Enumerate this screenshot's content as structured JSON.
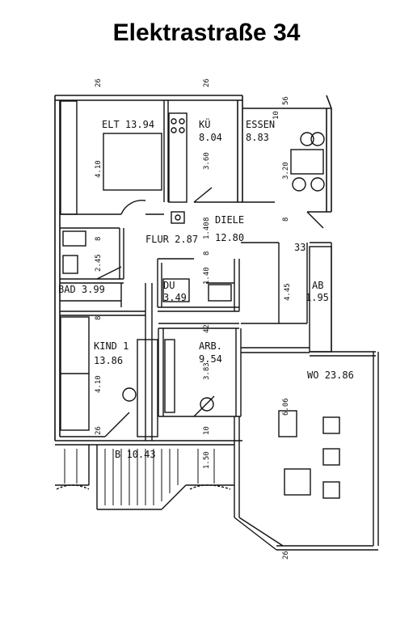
{
  "title": "Elektrastraße 34",
  "rooms": [
    {
      "id": "elt",
      "label": "ELT",
      "area": "13.94"
    },
    {
      "id": "kue",
      "label": "KÜ",
      "area": "8.04"
    },
    {
      "id": "essen",
      "label": "ESSEN",
      "area": "8.83"
    },
    {
      "id": "flur",
      "label": "FLUR",
      "area": "2.87"
    },
    {
      "id": "diele",
      "label": "DIELE",
      "area": "12.80"
    },
    {
      "id": "bad",
      "label": "BAD",
      "area": "3.99"
    },
    {
      "id": "du",
      "label": "DU",
      "area": "3.49"
    },
    {
      "id": "ab",
      "label": "AB",
      "area": "1.95"
    },
    {
      "id": "kind1",
      "label": "KIND 1",
      "area": "13.86"
    },
    {
      "id": "arb",
      "label": "ARB.",
      "area": "9.54"
    },
    {
      "id": "wo",
      "label": "WO",
      "area": "23.86"
    },
    {
      "id": "b",
      "label": "B",
      "area": "10.43"
    }
  ],
  "dimensions": {
    "d26_top_left": "26",
    "d26_top_mid": "26",
    "d10_essen": "10",
    "d56_essen": "56",
    "d410_elt": "4.10",
    "d360_kue": "3.60",
    "d320_essen": "3.20",
    "d8_flur": "8",
    "d8_essen": "8",
    "d33": "33",
    "d245_bad": "2.45",
    "d8_bad": "8",
    "d140a": "1.40",
    "d8_du": "8",
    "d140b": "1.40",
    "d445": "4.45",
    "d8_kind": "8",
    "d42": "42",
    "d410_kind": "4.10",
    "d383_arb": "3.83",
    "d606_wo": "6.06",
    "d26_kind_bottom": "26",
    "d10_arb_bottom": "10",
    "d150_balcony": "1.50",
    "d26_bottom_right": "26"
  }
}
